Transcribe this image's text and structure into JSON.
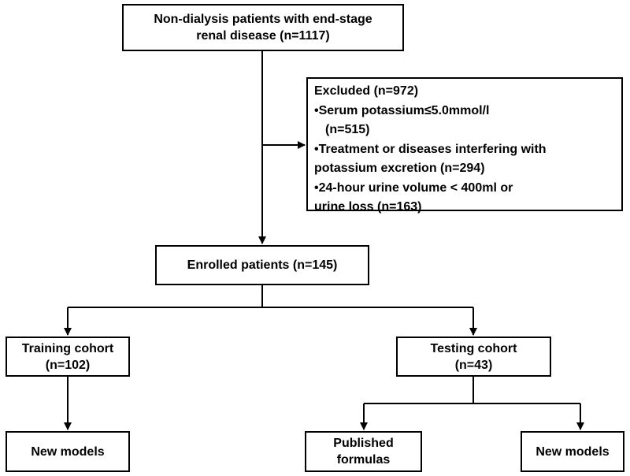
{
  "nodes": {
    "source": {
      "lines": [
        "Non-dialysis patients with end-stage",
        "renal disease (n=1117)"
      ]
    },
    "excluded": {
      "title": "Excluded (n=972)",
      "lines": [
        "•Serum potassium≤5.0mmol/l",
        "(n=515)",
        "•Treatment or diseases interfering with",
        "potassium excretion (n=294)",
        "•24-hour urine volume < 400ml or",
        "urine loss (n=163)"
      ]
    },
    "enrolled": {
      "lines": [
        "Enrolled patients (n=145)"
      ]
    },
    "training": {
      "lines": [
        "Training cohort",
        "(n=102)"
      ]
    },
    "testing": {
      "lines": [
        "Testing cohort",
        "(n=43)"
      ]
    },
    "training_models": {
      "lines": [
        "New models"
      ]
    },
    "published": {
      "lines": [
        "Published",
        "formulas"
      ]
    },
    "testing_models": {
      "lines": [
        "New models"
      ]
    }
  },
  "colors": {
    "line": "#000000",
    "box_border": "#000000",
    "background": "#ffffff"
  }
}
